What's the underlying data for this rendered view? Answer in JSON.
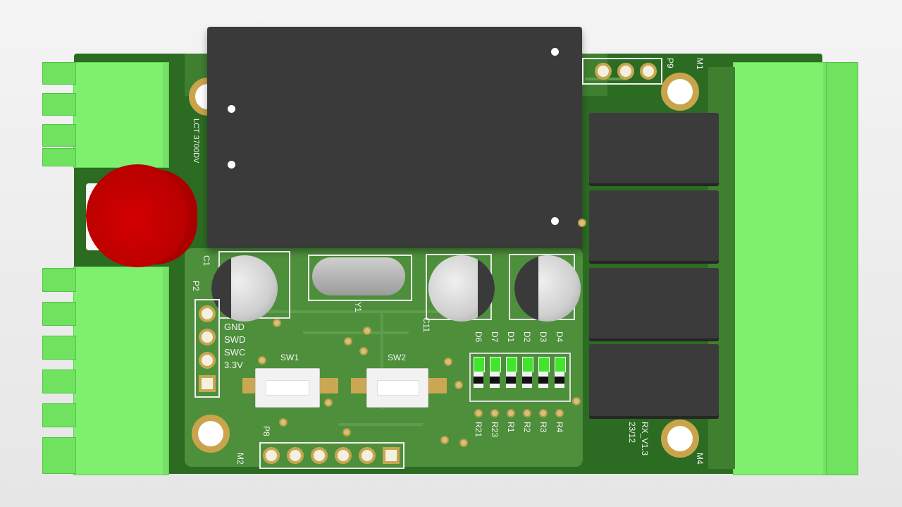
{
  "board": {
    "version_label": "RX_V1.3",
    "date_label": "23/12",
    "top_left_silk": "LCT 3700DV"
  },
  "header_p2": {
    "label": "P2",
    "pins": [
      "GND",
      "SWD",
      "SWC",
      "3.3V"
    ]
  },
  "buttons": [
    {
      "label": "SW1"
    },
    {
      "label": "SW2"
    }
  ],
  "designators": {
    "crystal": "Y1",
    "cap_c1": "C1",
    "cap_c11": "C11",
    "header_p8": "P8",
    "header_p9": "P9",
    "mount_m1": "M1",
    "mount_m2": "M2",
    "mount_m4": "M4"
  },
  "leds": [
    {
      "label": "D6"
    },
    {
      "label": "D7"
    },
    {
      "label": "D1"
    },
    {
      "label": "D2"
    },
    {
      "label": "D3"
    },
    {
      "label": "D4"
    }
  ],
  "resistors": [
    {
      "label": "R21"
    },
    {
      "label": "R23"
    },
    {
      "label": "R1"
    },
    {
      "label": "R2"
    },
    {
      "label": "R3"
    },
    {
      "label": "R4"
    }
  ],
  "colors": {
    "pcb": "#2c6b22",
    "terminal": "#7ef06e",
    "relay": "#3a3a3a",
    "led": "#42e52e",
    "buzzer": "#c60000"
  }
}
